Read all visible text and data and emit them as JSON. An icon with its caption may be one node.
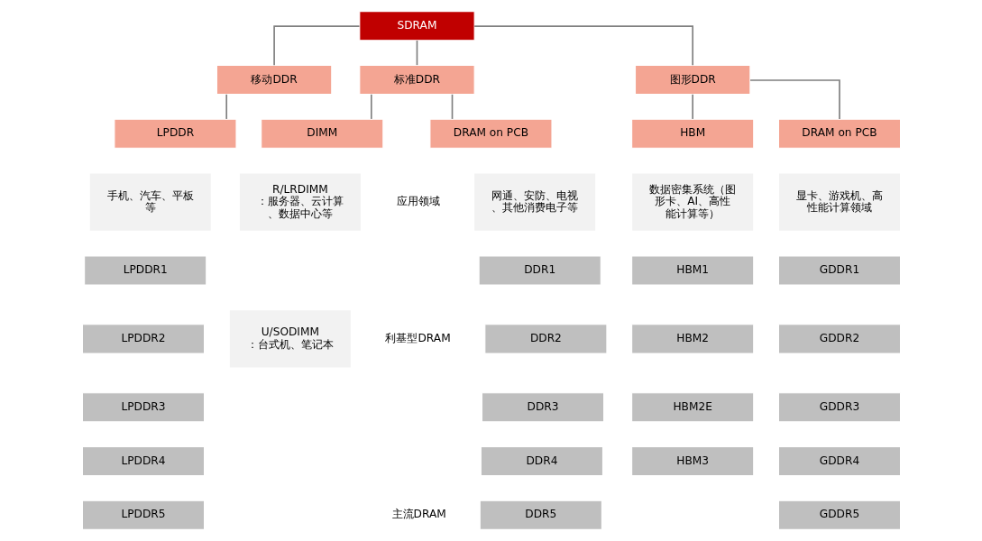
{
  "diagram": {
    "nodes": [
      {
        "text": [
          "SDRAM"
        ]
      },
      {
        "text": [
          "标准DDR"
        ]
      },
      {
        "text": [
          "移动DDR"
        ]
      },
      {
        "text": [
          "图形DDR"
        ]
      },
      {
        "text": [
          "DRAM on PCB"
        ]
      },
      {
        "text": [
          "DIMM"
        ]
      },
      {
        "text": [
          "LPDDR"
        ]
      },
      {
        "text": [
          "DRAM on PCB"
        ]
      },
      {
        "text": [
          "HBM"
        ]
      },
      {
        "text": [
          "网通、安防、电视、其他消费电子等"
        ]
      },
      {
        "text": [
          "R/LRDIMM：服务器、云计算、数据中心等"
        ]
      },
      {
        "text": [
          "U/SODIMM：台式机、笔记本"
        ]
      },
      {
        "text": [
          "手机、汽车、平板等"
        ]
      },
      {
        "text": [
          "显卡、游戏机、高性能计算领域"
        ]
      },
      {
        "text": [
          "数据密集系统（图形卡、AI、高性能计算等）"
        ]
      },
      {
        "text": [
          "DDR1"
        ]
      },
      {
        "text": [
          "DDR2"
        ]
      },
      {
        "text": [
          "DDR3"
        ]
      },
      {
        "text": [
          "DDR4"
        ]
      },
      {
        "text": [
          "DDR5"
        ]
      },
      {
        "text": [
          "LPDDR1"
        ]
      },
      {
        "text": [
          "LPDDR2"
        ]
      },
      {
        "text": [
          "LPDDR3"
        ]
      },
      {
        "text": [
          "LPDDR4"
        ]
      },
      {
        "text": [
          "LPDDR5"
        ]
      },
      {
        "text": [
          "GDDR1"
        ]
      },
      {
        "text": [
          "GDDR2"
        ]
      },
      {
        "text": [
          "GDDR3"
        ]
      },
      {
        "text": [
          "GDDR4"
        ]
      },
      {
        "text": [
          "GDDR5"
        ]
      },
      {
        "text": [
          "HBM1"
        ]
      },
      {
        "text": [
          "HBM2"
        ]
      },
      {
        "text": [
          "HBM2E"
        ]
      },
      {
        "text": [
          "HBM3"
        ]
      }
    ],
    "edges": [
      {
        "from": 0,
        "to": 1,
        "arrow": "none"
      },
      {
        "from": 0,
        "to": 2,
        "arrow": "none"
      },
      {
        "from": 0,
        "to": 3,
        "arrow": "none"
      },
      {
        "from": 1,
        "to": 4,
        "arrow": "none"
      },
      {
        "from": 1,
        "to": 5,
        "arrow": "none"
      },
      {
        "from": 2,
        "to": 6,
        "arrow": "none"
      },
      {
        "from": 3,
        "to": 7,
        "arrow": "none"
      },
      {
        "from": 3,
        "to": 8,
        "arrow": "none"
      }
    ],
    "labels": [
      "应用领域",
      "利基型DRAM",
      "主流DRAM"
    ]
  }
}
